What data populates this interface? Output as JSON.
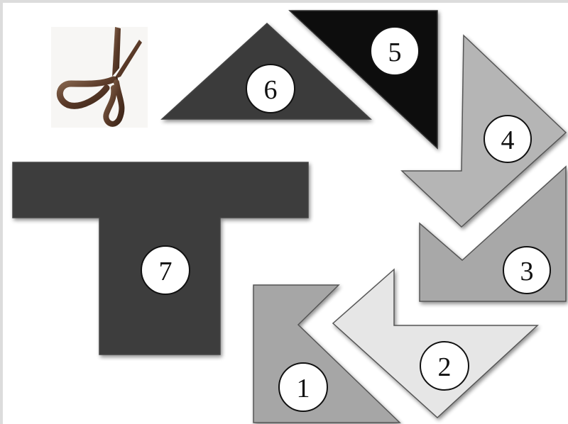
{
  "pieces": [
    {
      "id": "piece-1",
      "label": "1",
      "color": "#a6a6a6"
    },
    {
      "id": "piece-2",
      "label": "2",
      "color": "#e6e6e6"
    },
    {
      "id": "piece-3",
      "label": "3",
      "color": "#a8a8a8"
    },
    {
      "id": "piece-4",
      "label": "4",
      "color": "#b5b5b5"
    },
    {
      "id": "piece-5",
      "label": "5",
      "color": "#111111"
    },
    {
      "id": "piece-6",
      "label": "6",
      "color": "#3a3a3a"
    },
    {
      "id": "piece-7",
      "label": "7",
      "color": "#3c3c3c"
    }
  ],
  "icons": {
    "scissors": "scissors-icon"
  },
  "colors": {
    "background": "#ffffff",
    "outline": "#444444",
    "label_circle": "#ffffff"
  }
}
